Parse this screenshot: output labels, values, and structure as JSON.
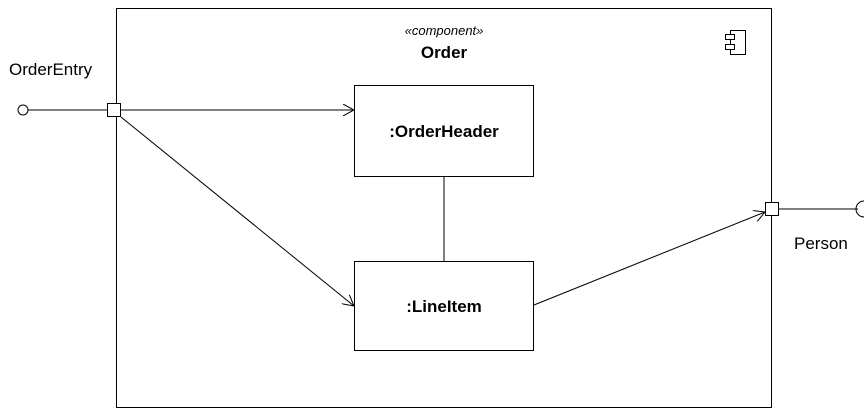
{
  "component": {
    "stereotype": "«component»",
    "name": "Order",
    "icon": "component-icon"
  },
  "parts": [
    {
      "label": ":OrderHeader"
    },
    {
      "label": ":LineItem"
    }
  ],
  "interfaces": {
    "provided": {
      "label": "OrderEntry",
      "kind": "provided-interface-lollipop"
    },
    "required": {
      "label": "Person",
      "kind": "required-interface-socket"
    }
  },
  "connectors": [
    {
      "from": "OrderEntry-port",
      "to": ":OrderHeader",
      "kind": "delegation"
    },
    {
      "from": "OrderEntry-port",
      "to": ":LineItem",
      "kind": "delegation"
    },
    {
      "from": ":OrderHeader",
      "to": ":LineItem",
      "kind": "assembly"
    },
    {
      "from": ":LineItem",
      "to": "Person-port",
      "kind": "delegation"
    }
  ]
}
